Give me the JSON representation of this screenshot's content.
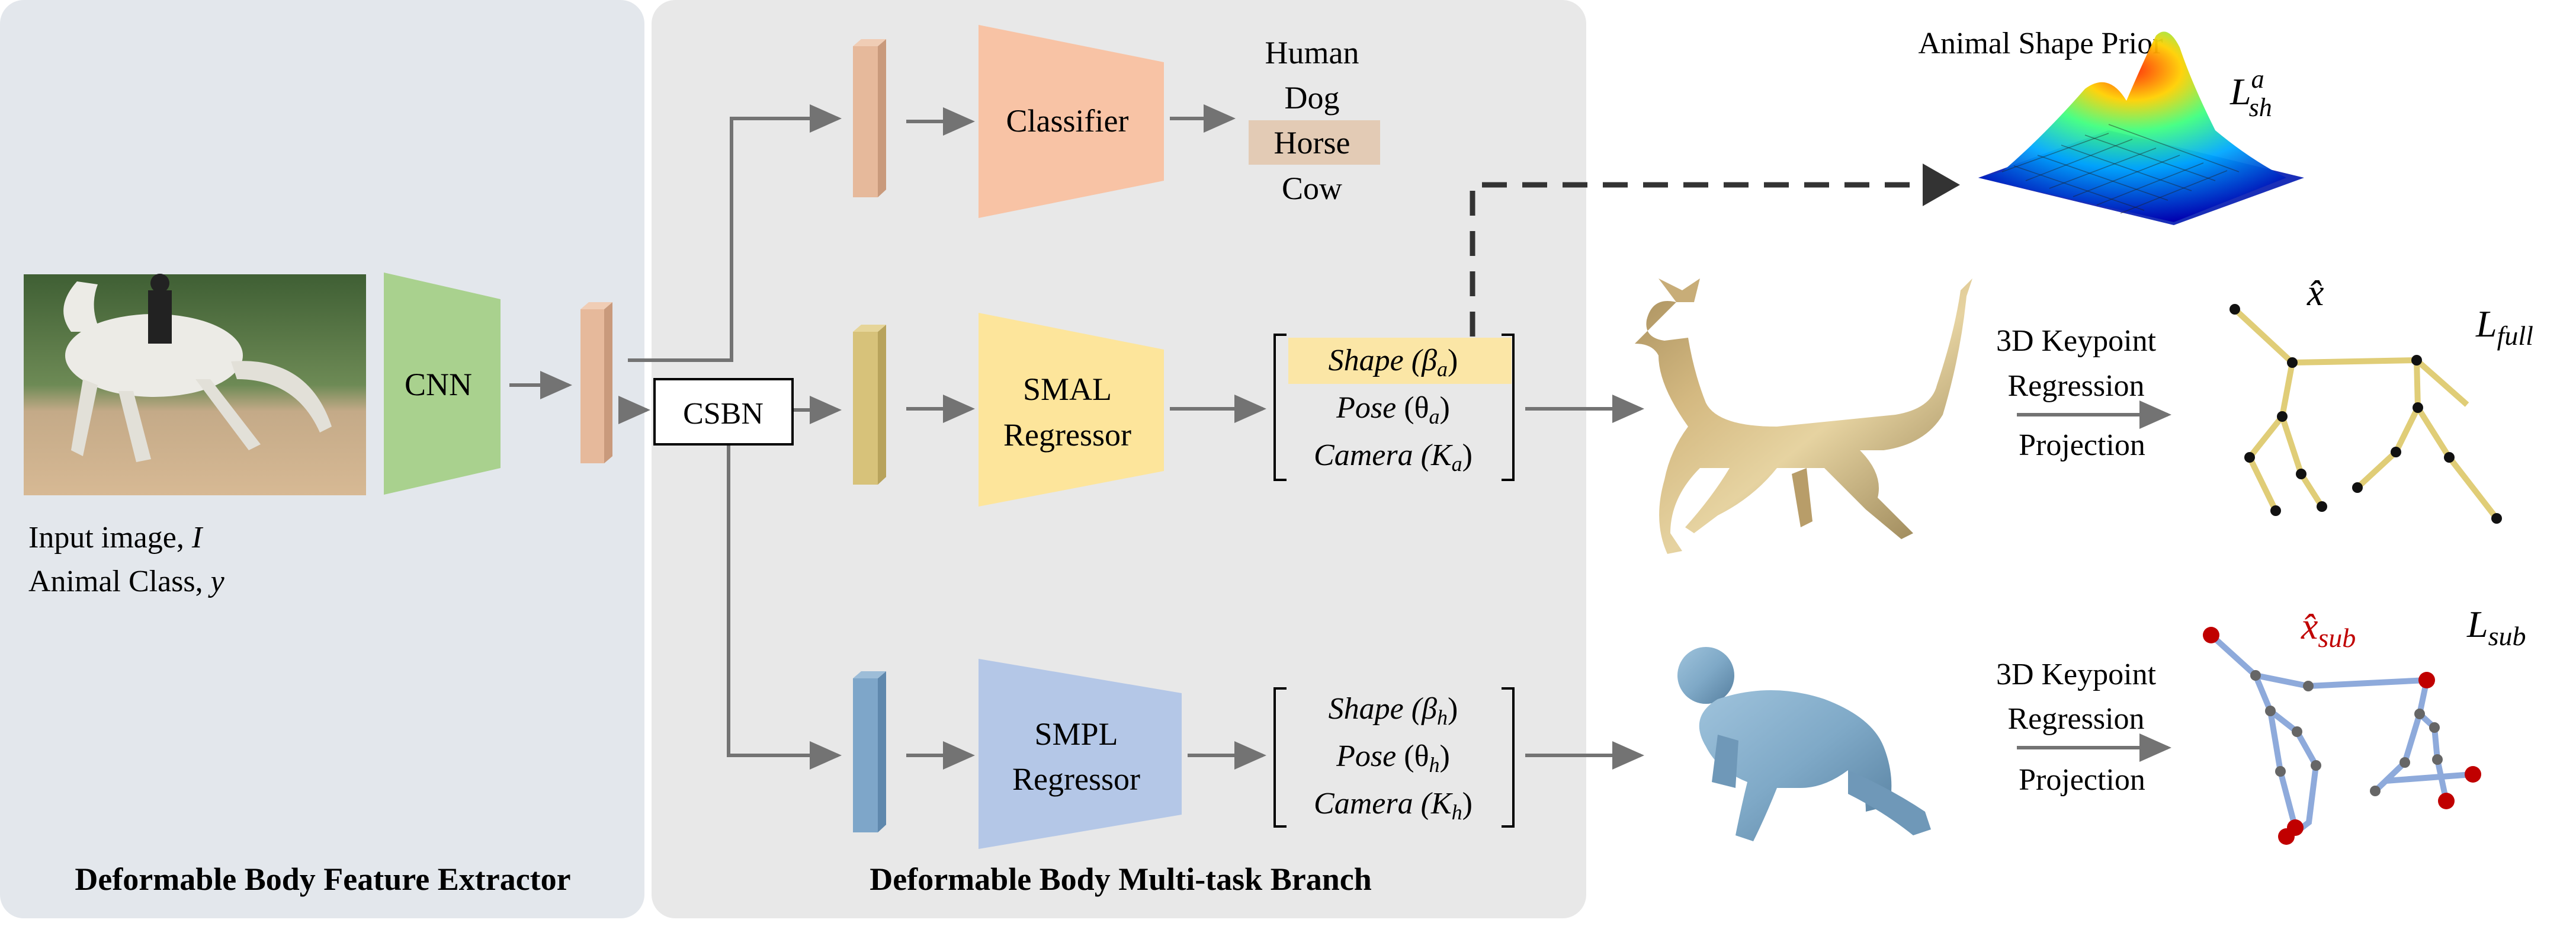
{
  "panels": {
    "extractor_title": "Deformable Body Feature Extractor",
    "branch_title": "Deformable Body Multi-task Branch"
  },
  "input": {
    "image_caption": "Input image, ",
    "image_symbol": "I",
    "class_caption": "Animal Class, ",
    "class_symbol": "y"
  },
  "blocks": {
    "cnn": "CNN",
    "csbn": "CSBN",
    "classifier": "Classifier",
    "smal_line1": "SMAL",
    "smal_line2": "Regressor",
    "smpl_line1": "SMPL",
    "smpl_line2": "Regressor"
  },
  "classes": [
    "Human",
    "Dog",
    "Horse",
    "Cow"
  ],
  "selected_class": "Horse",
  "smal_params": {
    "shape": "Shape",
    "shape_sym": "(β",
    "shape_sub": "a",
    "pose": "Pose",
    "pose_sym": "(θ",
    "pose_sub": "a",
    "camera": "Camera",
    "camera_sym": "(K",
    "camera_sub": "a"
  },
  "smpl_params": {
    "shape": "Shape",
    "shape_sym": "(β",
    "shape_sub": "h",
    "pose": "Pose",
    "pose_sym": "(θ",
    "pose_sub": "h",
    "camera": "Camera",
    "camera_sym": "(K",
    "camera_sub": "h"
  },
  "prior": {
    "title": "Animal Shape Prior",
    "loss": "L",
    "loss_sup": "a",
    "loss_sub": "sh"
  },
  "keypoints": {
    "step1": "3D Keypoint",
    "step2": "Regression",
    "step3": "Projection"
  },
  "losses": {
    "full": "L",
    "full_sub": "full",
    "sub": "L",
    "sub_sub": "sub",
    "xhat": "x̂",
    "xhat_sub": "x̂",
    "xhat_sub_label": "sub"
  },
  "colors": {
    "panel": "#e6e6e6",
    "panel_left": "#e3e7ec",
    "cnn": "#a9d18e",
    "feature": "#e6b99b",
    "classifier": "#f8c3a5",
    "smal": "#fde59b",
    "smal_feature": "#d7c27a",
    "smpl": "#b4c7e7",
    "smpl_feature": "#7ea6c9",
    "highlight_horse": "#e3cbb5",
    "highlight_shape": "#fbe6a6",
    "skeleton_animal": "#e0cd77",
    "skeleton_human": "#8eaadb",
    "arrow": "#737373",
    "red": "#c00000"
  }
}
